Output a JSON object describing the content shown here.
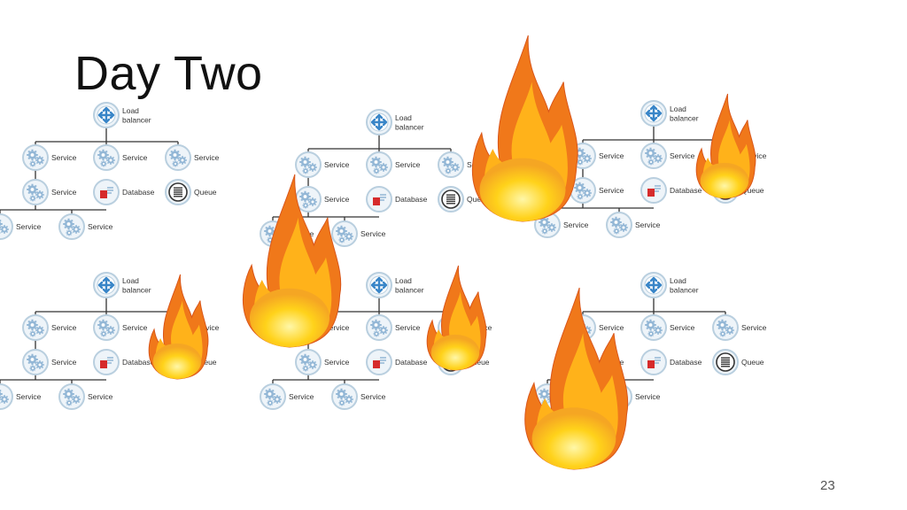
{
  "slide": {
    "title": "Day Two",
    "page_number": "23"
  },
  "node_icons": {
    "load_balancer": "load-balancer-arrows-icon",
    "service": "gears-icon",
    "database": "database-icon",
    "queue": "queue-list-icon"
  },
  "colors": {
    "icon_ring": "#b9cfdf",
    "icon_fill": "#eef4f9",
    "gear": "#93b7d6",
    "load_balancer_arrows": "#3a86c8",
    "database_red": "#d62b2b",
    "queue_dark": "#333333",
    "connector": "#333333",
    "flame_outer": "#f0781a",
    "flame_core": "#ffd21a"
  },
  "architecture": {
    "root": {
      "type": "load_balancer",
      "label": "Load\nbalancer"
    },
    "tier1": [
      {
        "type": "service",
        "label": "Service"
      },
      {
        "type": "service",
        "label": "Service"
      },
      {
        "type": "service",
        "label": "Service"
      }
    ],
    "tier2": [
      {
        "type": "service",
        "label": "Service"
      },
      {
        "type": "database",
        "label": "Database"
      },
      {
        "type": "queue",
        "label": "Queue"
      }
    ],
    "tier3": [
      {
        "type": "service",
        "label": "Service"
      },
      {
        "type": "service",
        "label": "Service"
      }
    ]
  },
  "clusters": [
    {
      "id": "cluster-1",
      "on_fire": false
    },
    {
      "id": "cluster-2",
      "on_fire": true
    },
    {
      "id": "cluster-3",
      "on_fire": true
    },
    {
      "id": "cluster-4",
      "on_fire": true
    },
    {
      "id": "cluster-5",
      "on_fire": true
    },
    {
      "id": "cluster-6",
      "on_fire": false
    }
  ],
  "flame_count": 6
}
